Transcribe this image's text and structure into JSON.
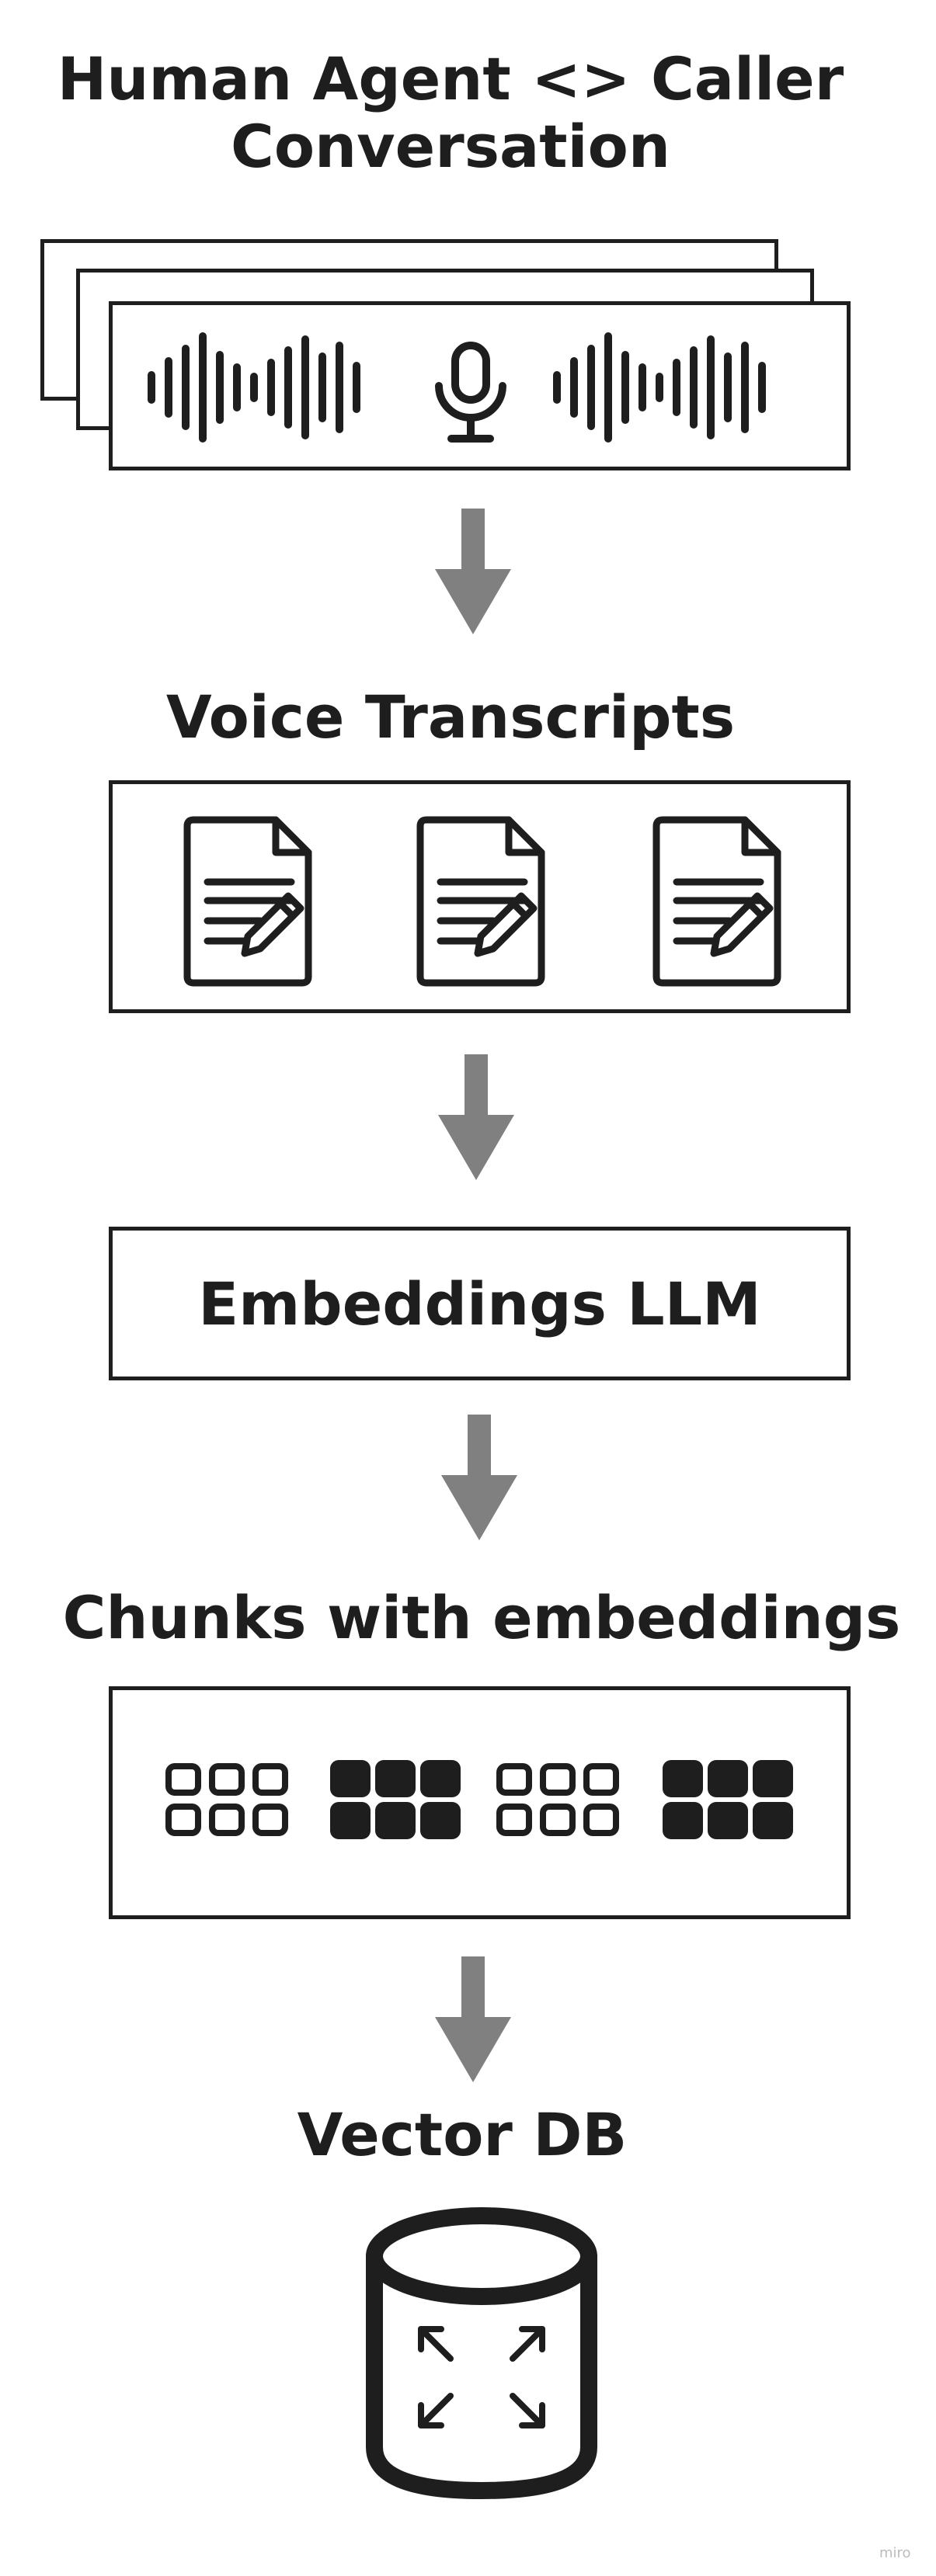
{
  "step1": {
    "title_line1": "Human Agent <> Caller",
    "title_line2": "Conversation",
    "icon": "audio-waveform-microphone-icon"
  },
  "step2": {
    "title": "Voice Transcripts",
    "icon": "document-edit-icon"
  },
  "step3": {
    "box_label": "Embeddings LLM"
  },
  "step4": {
    "title": "Chunks with embeddings",
    "icon": "grid-chunk-icon"
  },
  "step5": {
    "title": "Vector DB",
    "icon": "database-cylinder-icon"
  },
  "arrow_color": "#808080",
  "ink_color": "#1e1e1e",
  "watermark": "miro"
}
